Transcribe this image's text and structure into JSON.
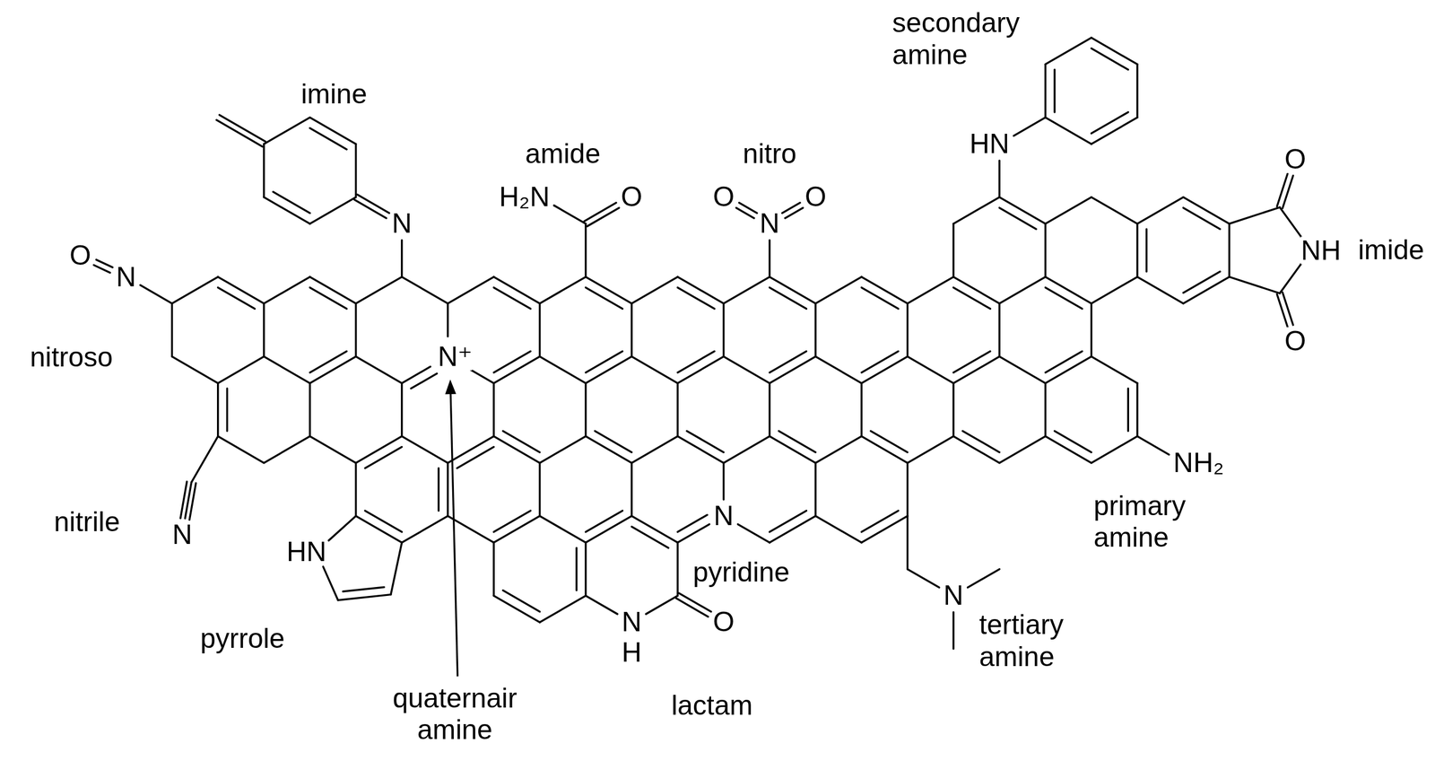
{
  "diagram": {
    "labels": [
      "imine",
      "secondary amine",
      "N",
      "amide",
      "nitro",
      "HN",
      "O",
      "H₂N",
      "O",
      "O",
      "N",
      "O",
      "O",
      "N",
      "NH",
      "imide",
      "nitroso",
      "N⁺",
      "O",
      "NH₂",
      "primary amine",
      "N",
      "nitrile",
      "N",
      "HN",
      "pyridine",
      "N",
      "tertiary amine",
      "pyrrole",
      "N",
      "O",
      "H",
      "quaternair amine",
      "lactam"
    ]
  }
}
